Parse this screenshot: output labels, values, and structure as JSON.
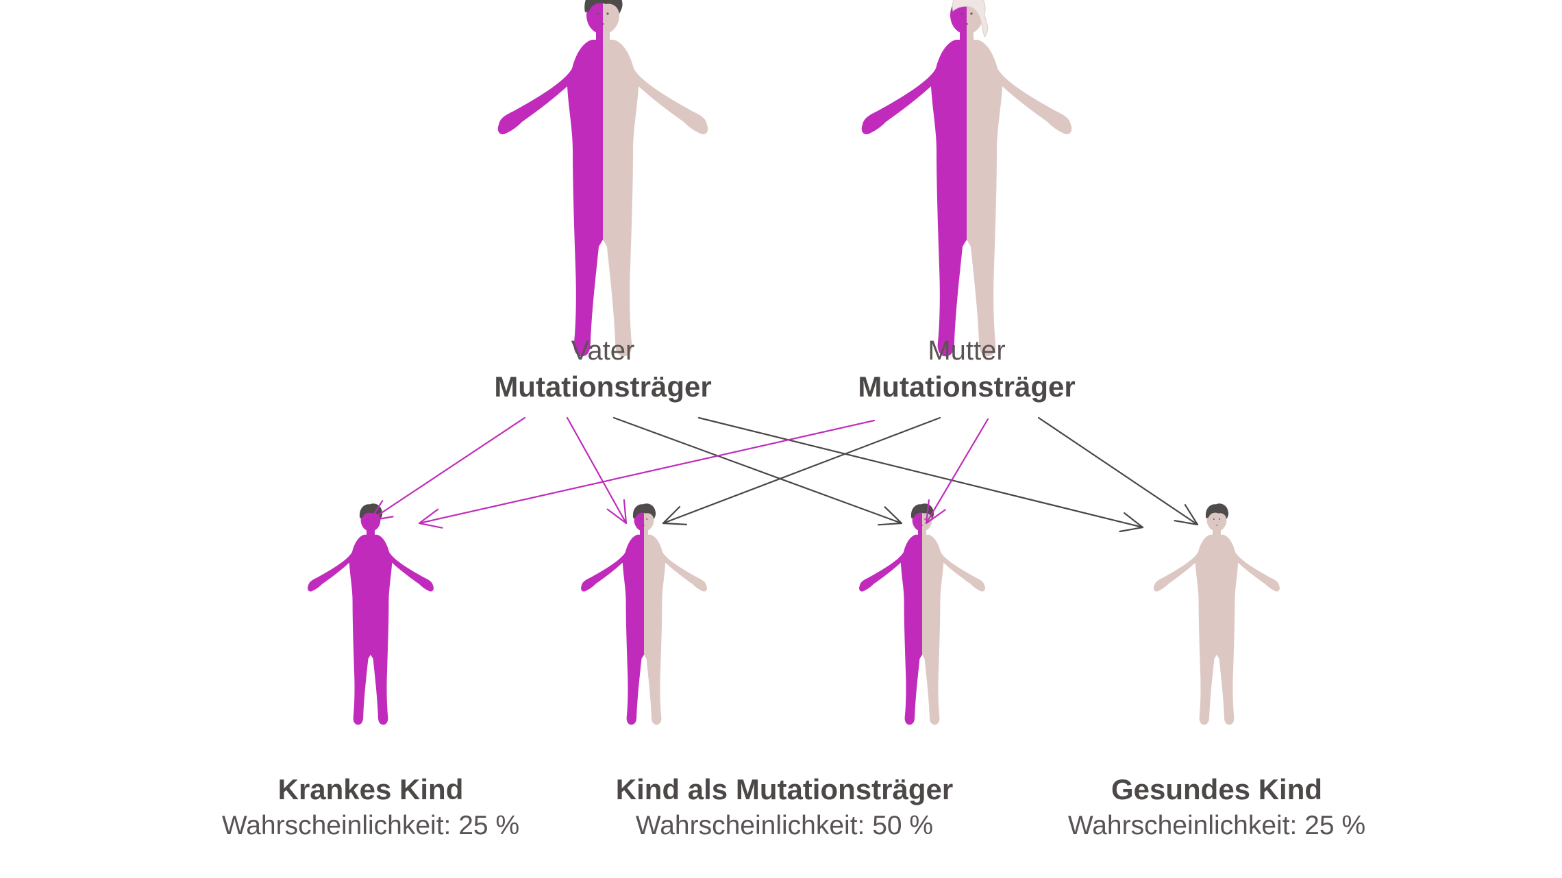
{
  "colors": {
    "mutation": "#c02bbb",
    "healthy": "#dcc7c3",
    "hair": "#4f4b4b",
    "arrow_gray": "#4a4646",
    "arrow_magenta": "#c02bbb",
    "text": "#4d4848"
  },
  "parents": {
    "father": {
      "role": "Vater",
      "status": "Mutationsträger"
    },
    "mother": {
      "role": "Mutter",
      "status": "Mutationsträger"
    }
  },
  "children": [
    {
      "title": "Krankes Kind",
      "prob_label": "Wahrscheinlichkeit:",
      "prob_value": "25 %"
    },
    {
      "title": "Kind als Mutationsträger",
      "prob_label": "Wahrscheinlichkeit:",
      "prob_value": "50 %"
    },
    {
      "title": "Gesundes Kind",
      "prob_label": "Wahrscheinlichkeit:",
      "prob_value": "25 %"
    }
  ]
}
